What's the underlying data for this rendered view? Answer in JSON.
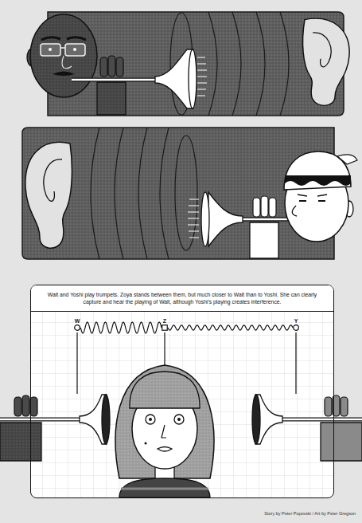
{
  "diagram": {
    "nodes": [
      {
        "text": [
          "Walt and Yoshi play trumpets. Zoya stands between them, but much closer to Walt than to Yoshi. She can clearly capture and hear the playing of Walt, although Yoshi's playing creates interference."
        ]
      },
      {
        "text": [
          "W"
        ],
        "in": 0
      },
      {
        "text": [
          "Z"
        ],
        "in": 0
      },
      {
        "text": [
          "Y"
        ],
        "in": 0
      }
    ],
    "edges": [
      {
        "from": 1,
        "to": 2,
        "arrow": "none"
      },
      {
        "from": 2,
        "to": 3,
        "arrow": "none"
      }
    ],
    "labels": [
      "Story by Peter Popovski / Art by Peter Gregson"
    ]
  }
}
